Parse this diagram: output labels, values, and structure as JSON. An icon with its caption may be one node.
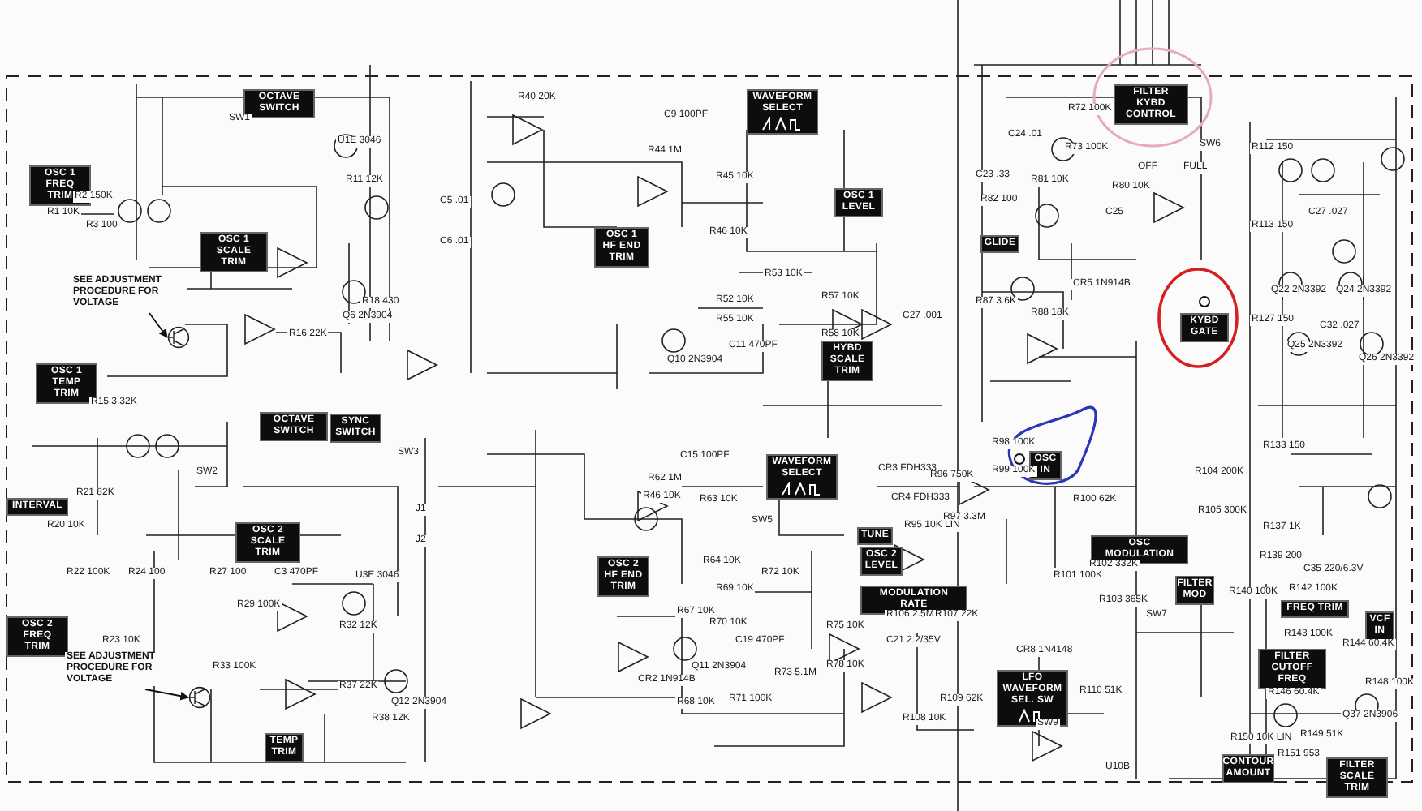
{
  "diagram": {
    "nodes": [
      {
        "text": [
          "OCTAVE SWITCH"
        ]
      },
      {
        "text": [
          "WAVEFORM SELECT"
        ]
      },
      {
        "text": [
          "FILTER KYBD CONTROL"
        ]
      },
      {
        "text": [
          "OSC 1 FREQ TRIM"
        ]
      },
      {
        "text": [
          "OSC 1 LEVEL"
        ]
      },
      {
        "text": [
          "OSC 1 SCALE TRIM"
        ]
      },
      {
        "text": [
          "OSC 1 HF END TRIM"
        ]
      },
      {
        "text": [
          "GLIDE"
        ]
      },
      {
        "text": [
          "SEE ADJUSTMENT PROCEDURE FOR VOLTAGE"
        ]
      },
      {
        "text": [
          "KYBD GATE"
        ]
      },
      {
        "text": [
          "HYBD SCALE TRIM"
        ]
      },
      {
        "text": [
          "OSC 1 TEMP TRIM"
        ]
      },
      {
        "text": [
          "OCTAVE SWITCH"
        ]
      },
      {
        "text": [
          "SYNC SWITCH"
        ]
      },
      {
        "text": [
          "WAVEFORM SELECT"
        ]
      },
      {
        "text": [
          "OSC IN"
        ]
      },
      {
        "text": [
          "INTERVAL"
        ]
      },
      {
        "text": [
          "OSC 2 SCALE TRIM"
        ]
      },
      {
        "text": [
          "TUNE"
        ]
      },
      {
        "text": [
          "OSC 2 LEVEL"
        ]
      },
      {
        "text": [
          "OSC 2 HF END TRIM"
        ]
      },
      {
        "text": [
          "OSC MODULATION"
        ]
      },
      {
        "text": [
          "FILTER MOD"
        ]
      },
      {
        "text": [
          "MODULATION RATE"
        ]
      },
      {
        "text": [
          "FREQ TRIM"
        ]
      },
      {
        "text": [
          "OSC 2 FREQ TRIM"
        ]
      },
      {
        "text": [
          "VCF IN"
        ]
      },
      {
        "text": [
          "FILTER CUTOFF FREQ"
        ]
      },
      {
        "text": [
          "SEE ADJUSTMENT PROCEDURE FOR VOLTAGE"
        ]
      },
      {
        "text": [
          "LFO WAVEFORM SEL. SW"
        ]
      },
      {
        "text": [
          "TEMP TRIM"
        ]
      },
      {
        "text": [
          "CONTOUR AMOUNT"
        ]
      },
      {
        "text": [
          "FILTER SCALE TRIM"
        ]
      },
      {
        "text": [],
        "shape": "circle"
      },
      {
        "text": [],
        "shape": "circle"
      }
    ],
    "edges": [
      {
        "from": 8,
        "to": 33,
        "arrow": "to"
      },
      {
        "from": 28,
        "to": 34,
        "arrow": "to"
      }
    ],
    "labels": [
      "R40 20K",
      "R72 100K",
      "C9 100PF",
      "SW1",
      "C24 .01",
      "U1E 3046",
      "R112 150",
      "R73 100K",
      "R44 1M",
      "R80 10K",
      "SW6",
      "OFF",
      "FULL",
      "C23 .33",
      "R45 10K",
      "R11 12K",
      "R2 150K",
      "R81 10K",
      "R82 100",
      "C5 .01",
      "R1 10K",
      "C27 .027",
      "R3 100",
      "R113 150",
      "C25",
      "R46 10K",
      "C6 .01",
      "R53 10K",
      "CR5 1N914B",
      "Q22 2N3392",
      "Q24 2N3392",
      "R57 10K",
      "R52 10K",
      "R18 430",
      "R87 3.6K",
      "R88 18K",
      "C27 .001",
      "Q6 2N3904",
      "R127 150",
      "R55 10K",
      "C32 .027",
      "R16 22K",
      "R58 10K",
      "C11 470PF",
      "Q25 2N3392",
      "Q26 2N3392",
      "Q10 2N3904",
      "R15 3.32K",
      "R98 100K",
      "R133 150",
      "SW3",
      "C15 100PF",
      "CR3 FDH333",
      "R96 750K",
      "SW2",
      "R99 100K",
      "R104 200K",
      "R62 1M",
      "R46 10K",
      "CR4 FDH333",
      "R100 62K",
      "R21 82K",
      "J1",
      "R63 10K",
      "R105 300K",
      "R97 3.3M",
      "SW5",
      "R20 10K",
      "R95 10K LIN",
      "R137 1K",
      "J2",
      "R139 200",
      "C35 220/6.3V",
      "R64 10K",
      "R102 332K",
      "R22 100K",
      "R24 100",
      "R27 100",
      "C3 470PF",
      "R72 10K",
      "U3E 3046",
      "R101 100K",
      "R142 100K",
      "R69 10K",
      "R29 100K",
      "R67 10K",
      "R103 365K",
      "R140 100K",
      "SW7",
      "R106 2.5M",
      "R107 22K",
      "R70 10K",
      "R75 10K",
      "R32 12K",
      "R143 100K",
      "R23 10K",
      "C21 2.2/35V",
      "C19 470PF",
      "R144 60.4K",
      "CR8 1N4148",
      "R33 100K",
      "Q11 2N3904",
      "R73 5.1M",
      "CR2 1N914B",
      "R78 10K",
      "R148 100K",
      "R37 22K",
      "R146 60.4K",
      "R110 51K",
      "R71 100K",
      "R109 62K",
      "R68 10K",
      "Q12 2N3904",
      "Q37 2N3906",
      "R38 12K",
      "R149 51K",
      "R108 10K",
      "SW9",
      "R150 10K LIN",
      "R151 953",
      "U10B"
    ]
  }
}
